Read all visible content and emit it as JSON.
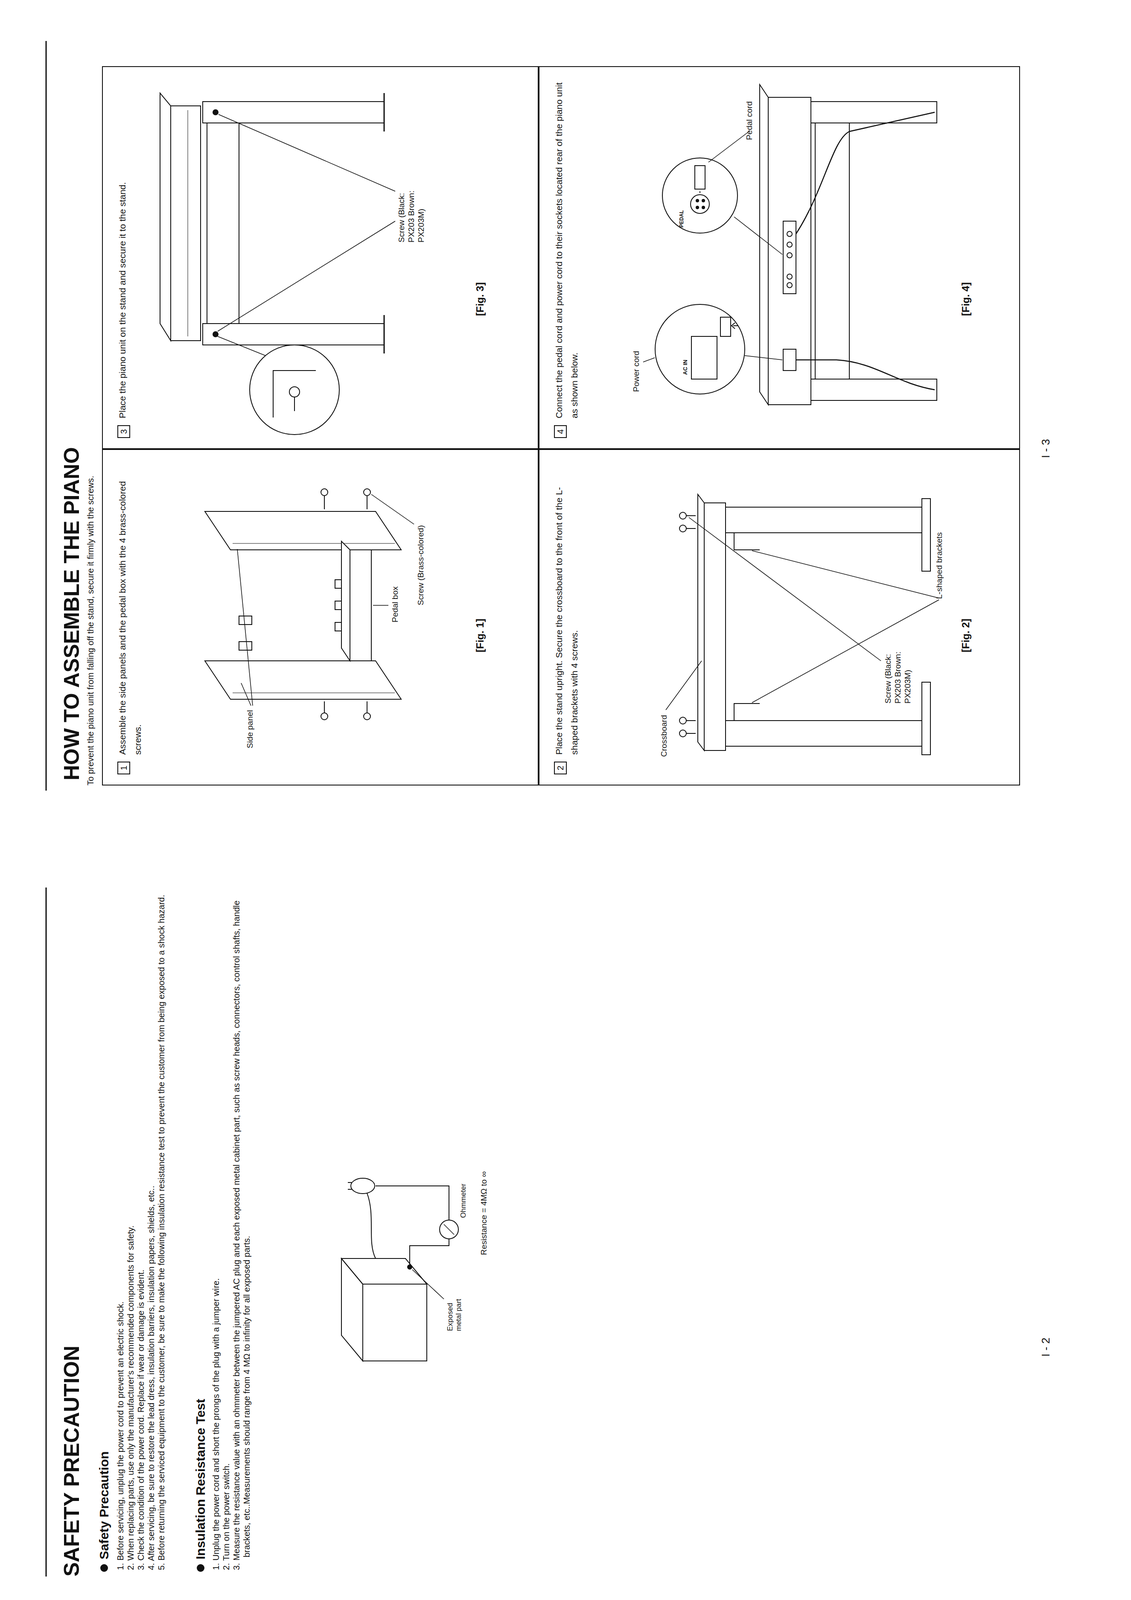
{
  "diagram": {
    "nodes": [
      {
        "text": [
          "Assemble the side panels and the pedal box with the 4 brass-colored screws.",
          "[Fig. 1]"
        ]
      },
      {
        "text": [
          "1"
        ],
        "in": 0
      },
      {
        "text": [
          "Place the piano unit on the stand and secure it to the stand.",
          "[Fig. 3]"
        ]
      },
      {
        "text": [
          "3"
        ],
        "in": 2
      },
      {
        "text": [
          "Place the stand upright. Secure the crossboard to the front of the L-shaped brackets with 4 screws.",
          "[Fig. 2]"
        ]
      },
      {
        "text": [
          "2"
        ],
        "in": 4
      },
      {
        "text": [
          "Connect the pedal cord and power cord to their sockets located rear of the piano unit as shown below.",
          "[Fig. 4]"
        ]
      },
      {
        "text": [
          "4"
        ],
        "in": 6
      }
    ],
    "labels": [
      "SAFETY PRECAUTION",
      "Safety Precaution",
      "1. Before servicing, unplug the power cord to prevent an electric shock.",
      "2. When replacing parts, use only the manufacturer's recommended components for safety.",
      "3. Check the condition of the power cord. Replace if wear or damage is evident.",
      "4. After servicing, be sure to restore the lead dress, insulation barriers, insulation papers, shields, etc..",
      "5. Before returning the serviced equipment to the customer, be sure to make the following insulation resistance test to prevent the customer from being exposed to a shock hazard.",
      "Insulation Resistance Test",
      "1. Unplug the power cord and short the prongs of the plug with a jumper wire.",
      "2. Turn on the power switch.",
      "3. Measure the resistance value with an ohmmeter between the jumpered AC plug and each exposed metal cabinet part, such as screw heads, connectors, control shafts, handle brackets, etc..Measurements should range from 4 MΩ to infinity for all exposed parts.",
      "Exposed metal part",
      "Ohmmeter",
      "Resistance = 4MΩ to ∞",
      "I - 2",
      "HOW TO ASSEMBLE THE PIANO",
      "To prevent the piano unit from falling off the stand, secure it firmly with the screws.",
      "Side panel",
      "Pedal box",
      "Screw (Brass-colored)",
      "Crossboard",
      "Screw (Black: PX203 Brown: PX203M)",
      "L-shaped brackets",
      "Screw (Black: PX203 Brown: PX203M)",
      "Power cord",
      "AC IN",
      "PEDAL",
      "Pedal cord",
      "I - 3"
    ]
  }
}
